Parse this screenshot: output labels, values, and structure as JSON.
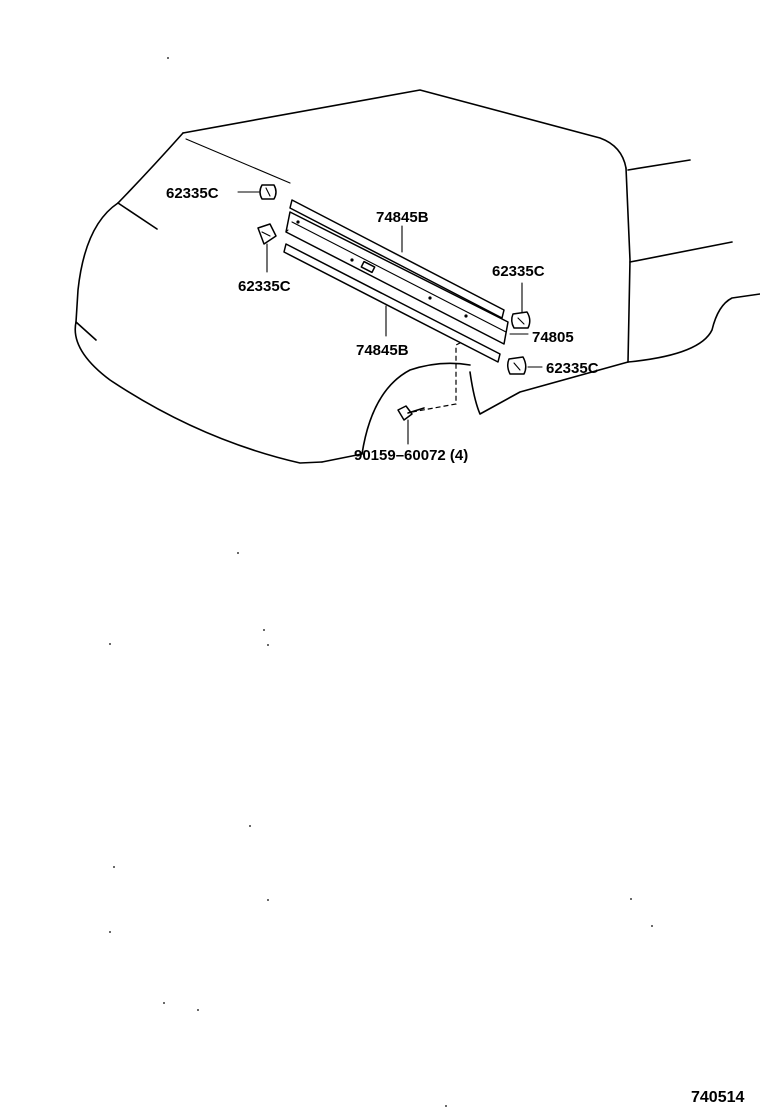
{
  "labels": {
    "clip_top_left": "62335C",
    "clip_left": "62335C",
    "moulding_upper": "74845B",
    "moulding_lower": "74845B",
    "clip_right_top": "62335C",
    "moulding_assy": "74805",
    "clip_right_bottom": "62335C",
    "screw": "90159–60072 (4)"
  },
  "sheet_number": "740514"
}
